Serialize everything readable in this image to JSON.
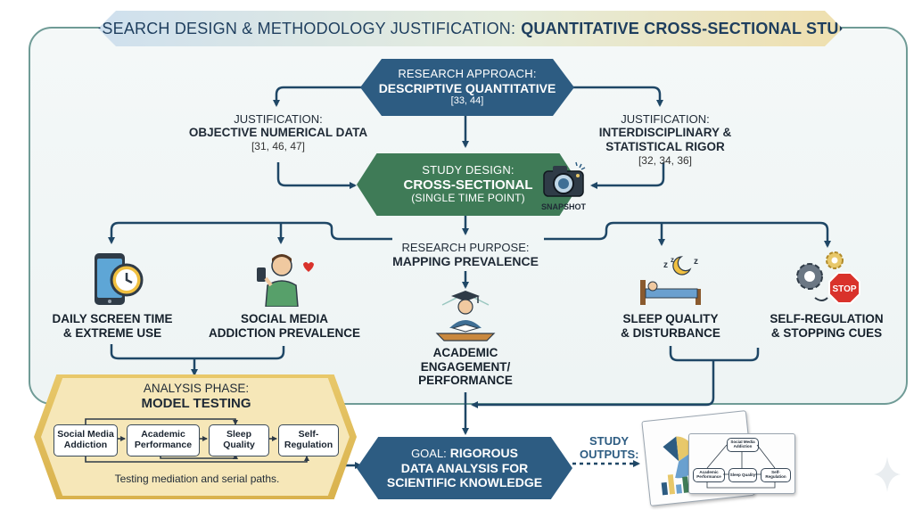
{
  "title": {
    "prefix": "RESEARCH DESIGN & METHODOLOGY JUSTIFICATION:",
    "emphasis": "QUANTITATIVE CROSS-SECTIONAL STUDY"
  },
  "approach": {
    "line1": "RESEARCH APPROACH:",
    "line2": "DESCRIPTIVE QUANTITATIVE",
    "refs": "[33, 44]"
  },
  "justification_left": {
    "line1": "JUSTIFICATION:",
    "line2": "OBJECTIVE NUMERICAL DATA",
    "refs": "[31, 46, 47]"
  },
  "justification_right": {
    "line1": "JUSTIFICATION:",
    "line2": "INTERDISCIPLINARY &",
    "line3": "STATISTICAL RIGOR",
    "refs": "[32, 34, 36]"
  },
  "design": {
    "line1": "STUDY DESIGN:",
    "line2": "CROSS-SECTIONAL",
    "line3": "(SINGLE TIME POINT)",
    "snapshot": "SNAPSHOT"
  },
  "purpose": {
    "line1": "RESEARCH PURPOSE:",
    "line2": "MAPPING PREVALENCE"
  },
  "variables": {
    "screen_time": {
      "line1": "DAILY SCREEN TIME",
      "line2": "& EXTREME USE"
    },
    "social_media": {
      "line1": "SOCIAL MEDIA",
      "line2": "ADDICTION PREVALENCE"
    },
    "academic": {
      "line1": "ACADEMIC",
      "line2": "ENGAGEMENT/",
      "line3": "PERFORMANCE"
    },
    "sleep": {
      "line1": "SLEEP QUALITY",
      "line2": "& DISTURBANCE"
    },
    "self_regulation": {
      "line1": "SELF-REGULATION",
      "line2": "& STOPPING CUES"
    }
  },
  "stop_sign": "STOP",
  "analysis": {
    "line1": "ANALYSIS PHASE:",
    "line2": "MODEL TESTING",
    "boxes": [
      "Social Media Addiction",
      "Academic Performance",
      "Sleep Quality",
      "Self-Regulation"
    ],
    "caption": "Testing mediation and serial paths."
  },
  "goal": {
    "prefix": "GOAL:",
    "line1": "RIGOROUS",
    "line2": "DATA ANALYSIS FOR",
    "line3": "SCIENTIFIC KNOWLEDGE"
  },
  "outputs": {
    "line1": "STUDY",
    "line2": "OUTPUTS:",
    "card_boxes": [
      "Social Media Addiction",
      "Academic Performance",
      "Sleep Quality",
      "Self-Regulation"
    ]
  },
  "colors": {
    "navy": "#2d5c82",
    "green": "#3f7b57",
    "gold": "#d9b24d",
    "frame": "#6f9b96",
    "stop_red": "#d9322b"
  }
}
